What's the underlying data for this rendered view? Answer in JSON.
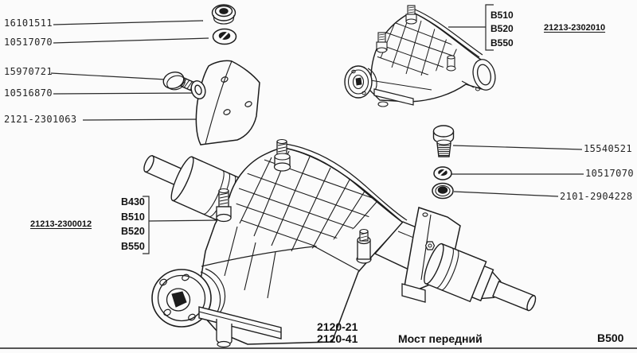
{
  "colors": {
    "background": "#fbfbfb",
    "line": "#1c1c1c",
    "text": "#111111"
  },
  "callouts_left": [
    {
      "label": "16101511"
    },
    {
      "label": "10517070"
    },
    {
      "label": "15970721"
    },
    {
      "label": "10516870"
    },
    {
      "label": "2121-2301063"
    }
  ],
  "callouts_right": [
    {
      "label": "15540521"
    },
    {
      "label": "10517070"
    },
    {
      "label": "2101-2904228"
    }
  ],
  "main_assembly": {
    "part_number": "21213-2300012",
    "variants": [
      "B430",
      "B510",
      "B520",
      "B550"
    ]
  },
  "upper_assembly": {
    "part_number": "21213-2302010",
    "variants": [
      "B510",
      "B520",
      "B550"
    ]
  },
  "footer": {
    "model_codes": [
      "2120-21",
      "2120-41"
    ],
    "title": "Мост передний",
    "section_code": "B500"
  }
}
